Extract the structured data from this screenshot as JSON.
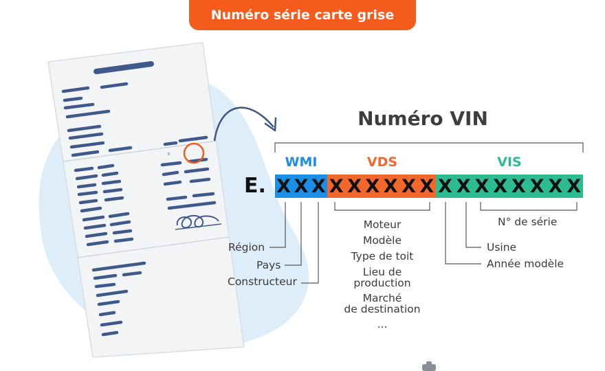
{
  "header": {
    "title": "Numéro série carte grise"
  },
  "vin": {
    "title": "Numéro VIN",
    "prefix": "E.",
    "segments": [
      {
        "name": "WMI",
        "chars": "XXX",
        "color": "#1b8fe6",
        "label_color": "#1b8fe6"
      },
      {
        "name": "VDS",
        "chars": "XXXXXX",
        "color": "#f2682c",
        "label_color": "#f2682c"
      },
      {
        "name": "VIS",
        "chars": "XXXXXXXX",
        "color": "#2dbb91",
        "label_color": "#2dbb91"
      }
    ],
    "wmi_labels": {
      "region": "Région",
      "pays": "Pays",
      "constructeur": "Constructeur"
    },
    "vds_labels": {
      "moteur": "Moteur",
      "modele": "Modèle",
      "type_toit": "Type de toit",
      "lieu_1": "Lieu de",
      "lieu_2": "production",
      "marche_1": "Marché",
      "marche_2": "de destination",
      "etc": "..."
    },
    "vis_labels": {
      "serie": "N° de série",
      "usine": "Usine",
      "annee": "Année modèle"
    }
  },
  "document": {
    "small_mark": "E."
  },
  "colors": {
    "accent": "#f45b1c",
    "doc_lines": "#3f5a8a",
    "blob": "#dcecf8"
  }
}
